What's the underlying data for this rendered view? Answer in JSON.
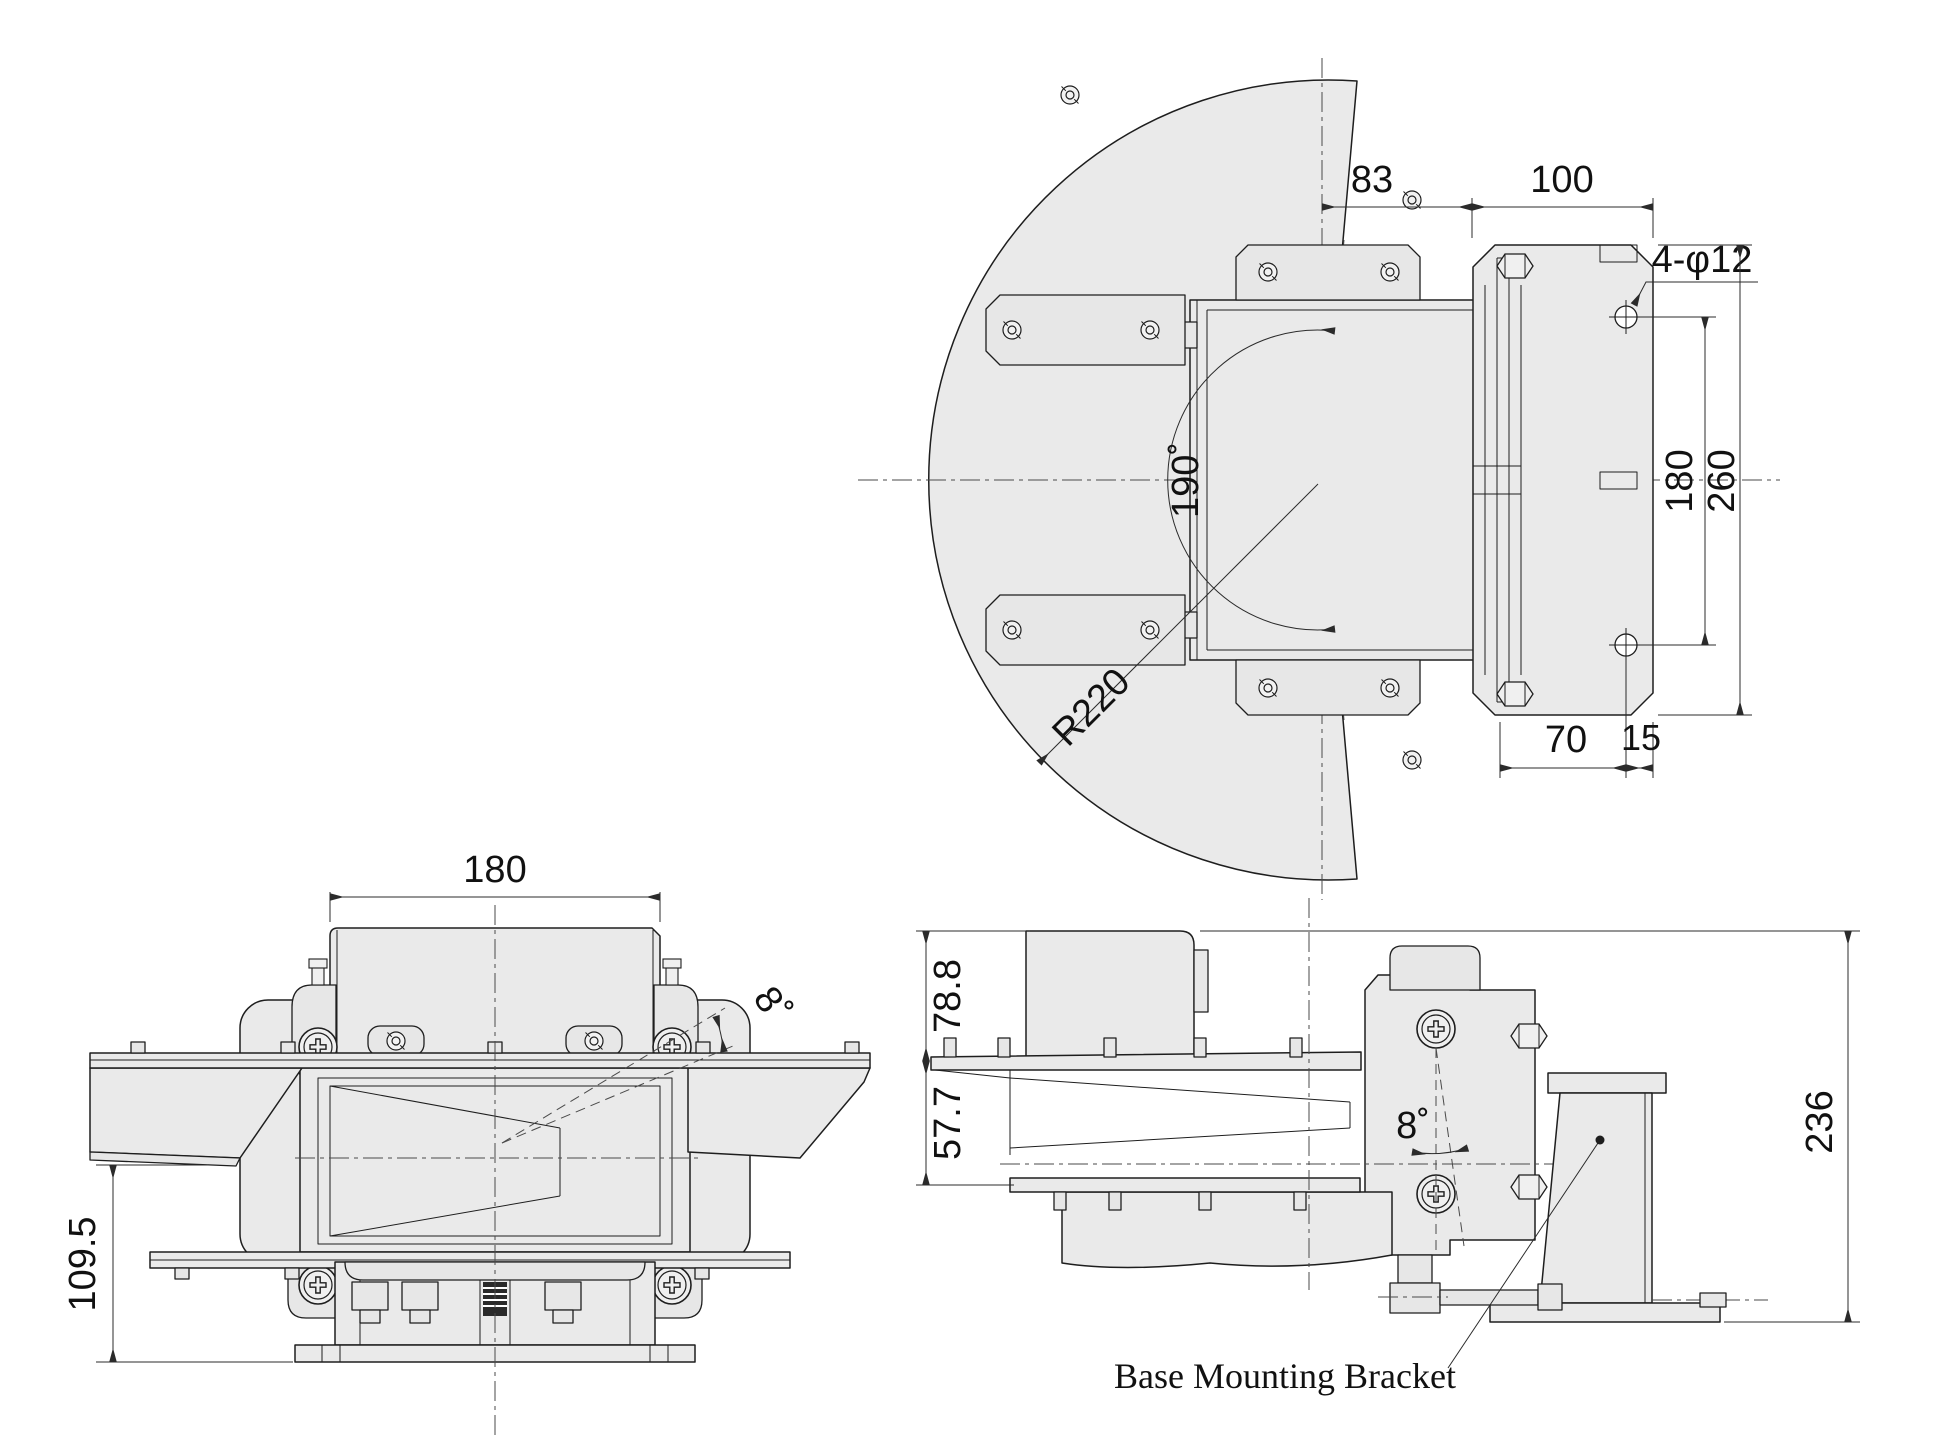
{
  "drawing": {
    "background_color": "#ffffff",
    "body_fill_color": "#eaeaea",
    "line_color": "#1e1e1e",
    "top_view": {
      "dim_83": "83",
      "dim_100": "100",
      "dim_holes": "4-φ12",
      "dim_angle": "190˚",
      "dim_radius": "R220",
      "dim_180": "180",
      "dim_260": "260",
      "dim_70": "70",
      "dim_15": "15"
    },
    "front_view": {
      "dim_width": "180",
      "dim_tilt": "8˚",
      "dim_height": "109.5"
    },
    "side_view": {
      "dim_upper": "78.8",
      "dim_lower": "57.7",
      "dim_tilt": "8˚",
      "dim_height": "236",
      "bracket_label": "Base Mounting Bracket"
    }
  }
}
